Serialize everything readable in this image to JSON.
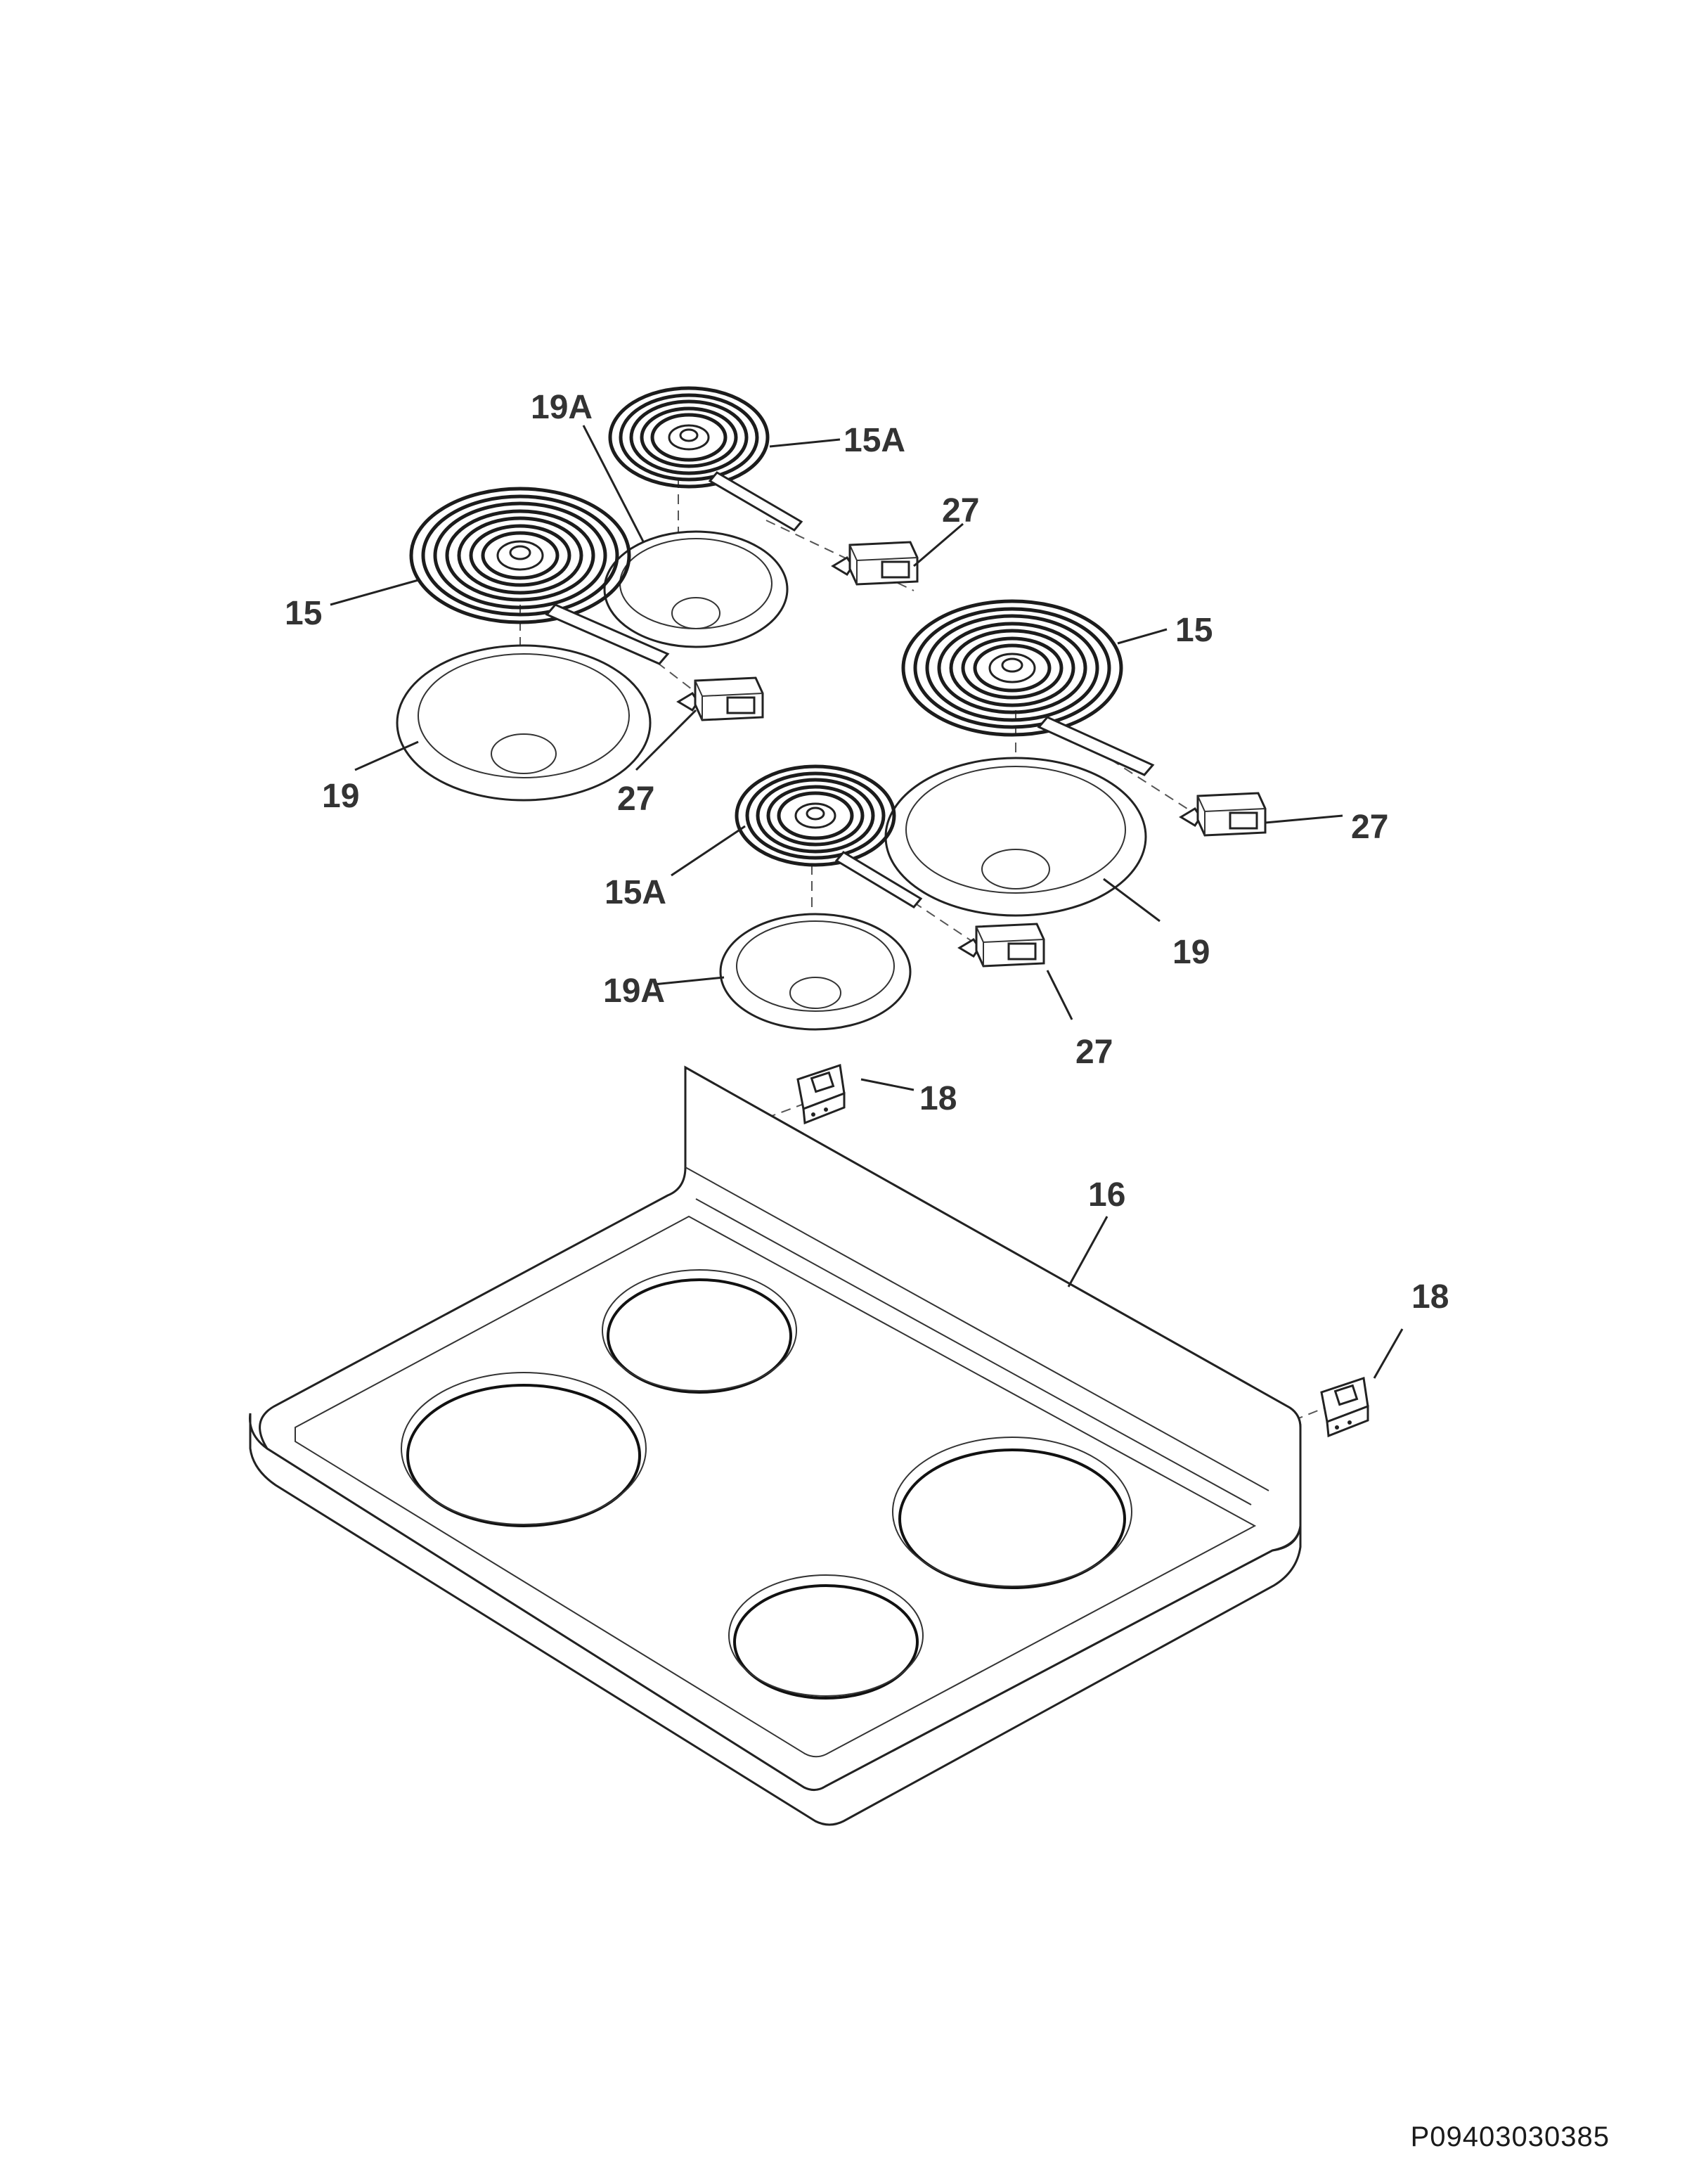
{
  "document_id": "P09403030385",
  "callouts": {
    "c_19A_top": "19A",
    "c_15A_top": "15A",
    "c_27_a": "27",
    "c_15_left": "15",
    "c_15_right": "15",
    "c_19_left": "19",
    "c_27_b": "27",
    "c_27_c": "27",
    "c_15A_bottom": "15A",
    "c_19_right": "19",
    "c_19A_bottom": "19A",
    "c_27_d": "27",
    "c_18_top": "18",
    "c_16": "16",
    "c_18_right": "18"
  }
}
